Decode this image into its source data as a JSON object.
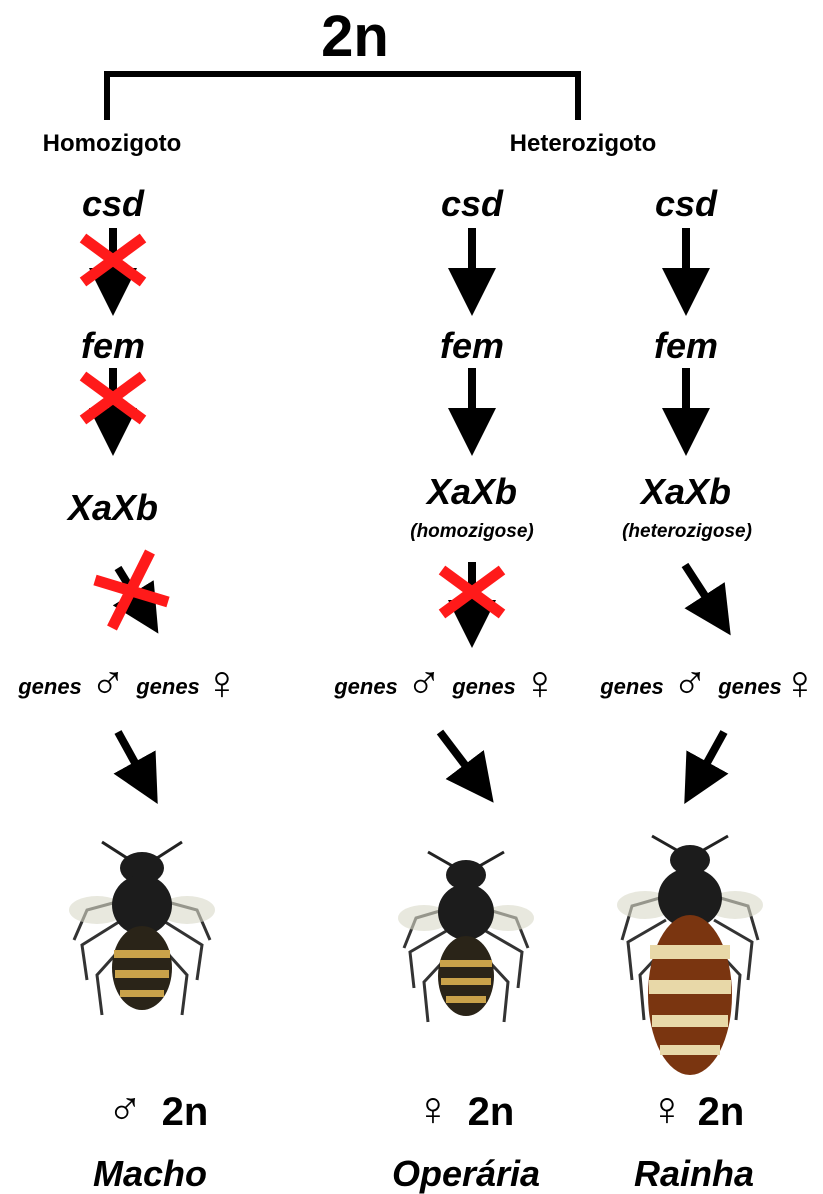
{
  "title": "2n",
  "branches": {
    "left": "Homozigoto",
    "right": "Heterozigoto"
  },
  "columns": [
    {
      "gene1": "csd",
      "gene2": "fem",
      "gene3": "XaXb",
      "note": "",
      "genes_male": "genes",
      "genes_female": "genes",
      "sex_symbol": "♂",
      "ploidy": "2n",
      "caste": "Macho"
    },
    {
      "gene1": "csd",
      "gene2": "fem",
      "gene3": "XaXb",
      "note": "(homozigose)",
      "genes_male": "genes",
      "genes_female": "genes",
      "sex_symbol": "♀",
      "ploidy": "2n",
      "caste": "Operária"
    },
    {
      "gene1": "csd",
      "gene2": "fem",
      "gene3": "XaXb",
      "note": "(heterozigose)",
      "genes_male": "genes",
      "genes_female": "genes",
      "sex_symbol": "♀",
      "ploidy": "2n",
      "caste": "Rainha"
    }
  ],
  "symbols": {
    "male": "♂",
    "female": "♀"
  },
  "colors": {
    "block_cross": "#ff1a1a",
    "arrow": "#000000",
    "bee_dark": "#1c1c1c",
    "bee_stripe_worker": "#c9a24a",
    "bee_stripe_queen": "#8a3a12"
  }
}
